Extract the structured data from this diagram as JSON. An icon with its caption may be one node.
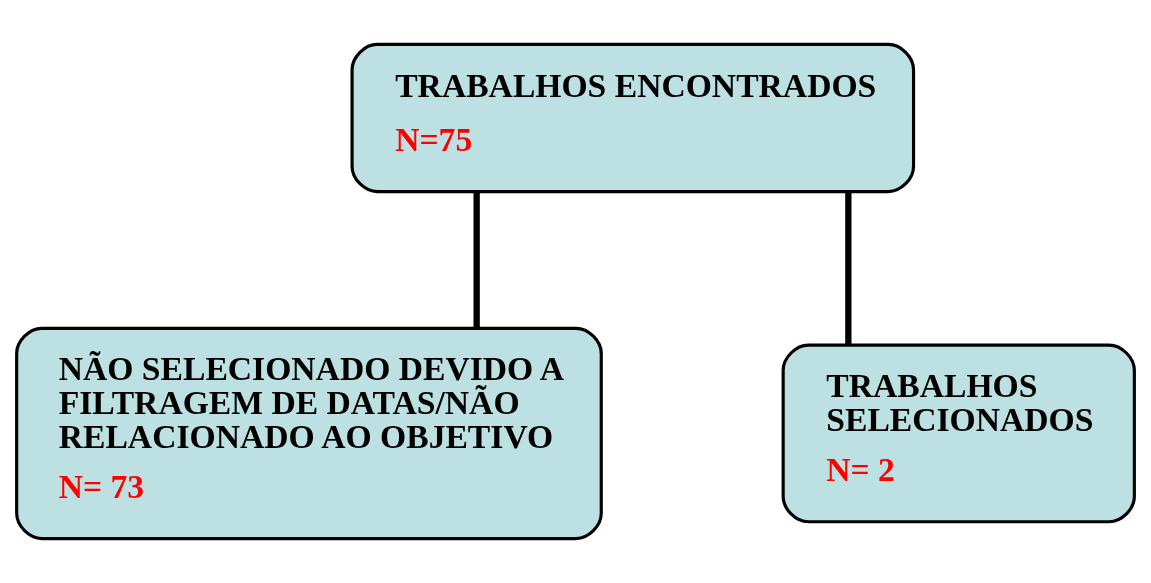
{
  "diagram": {
    "nodes": [
      {
        "text": [
          "TRABALHOS ENCONTRADOS",
          "N=75"
        ]
      },
      {
        "text": [
          "NÃO SELECIONADO DEVIDO A FILTRAGEM DE DATAS/NÃO RELACIONADO AO OBJETIVO",
          "N= 73"
        ]
      },
      {
        "text": [
          "TRABALHOS SELECIONADOS",
          "N= 2"
        ]
      }
    ],
    "edges": [
      {
        "from": 0,
        "to": 1,
        "arrow": "none"
      },
      {
        "from": 0,
        "to": 2,
        "arrow": "none"
      }
    ]
  }
}
